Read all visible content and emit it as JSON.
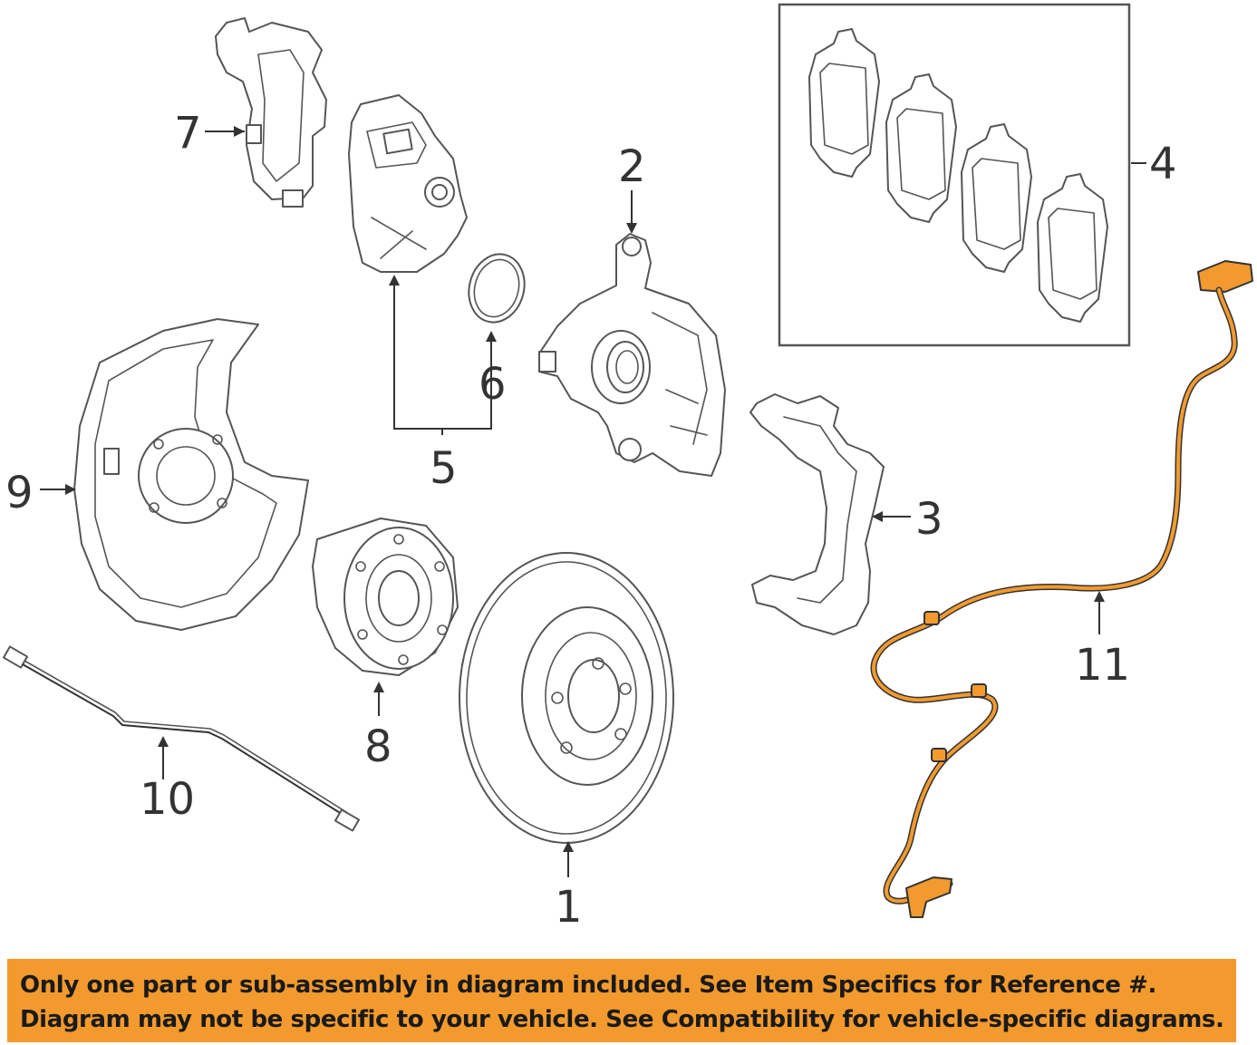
{
  "callouts": {
    "c1": "1",
    "c2": "2",
    "c3": "3",
    "c4": "4",
    "c5": "5",
    "c6": "6",
    "c7": "7",
    "c8": "8",
    "c9": "9",
    "c10": "10",
    "c11": "11"
  },
  "notice": {
    "line1": "Only one part or sub-assembly in diagram included. See Item Specifics for Reference #.",
    "line2": "Diagram may not be specific to your vehicle. See Compatibility for vehicle-specific diagrams."
  },
  "colors": {
    "highlight": "#f29a2e",
    "linework": "#555555",
    "text": "#333333"
  }
}
